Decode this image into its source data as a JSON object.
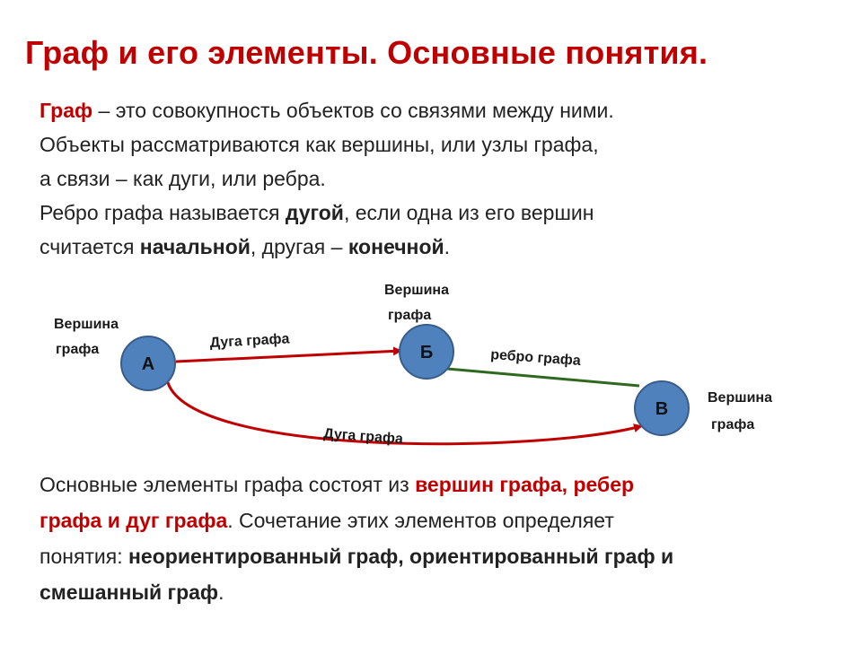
{
  "title": "Граф и его элементы. Основные понятия.",
  "intro": {
    "l1_term": "Граф",
    "l1_rest": " – это совокупность объектов со связями между ними.",
    "l2": "Объекты рассматриваются как вершины, или узлы графа,",
    "l3": "а связи – как дуги, или ребра.",
    "l4_a": "Ребро графа называется ",
    "l4_b": "дугой",
    "l4_c": ", если одна из его вершин",
    "l5_a": "считается ",
    "l5_b": "начальной",
    "l5_c": ", другая – ",
    "l5_d": "конечной",
    "l5_e": "."
  },
  "diagram": {
    "colors": {
      "node_fill": "#4f81bd",
      "node_stroke": "#385d8a",
      "arc": "#c00000",
      "edge": "#2e6a1e"
    },
    "nodes": [
      {
        "id": "a",
        "label": "А"
      },
      {
        "id": "b",
        "label": "Б"
      },
      {
        "id": "v",
        "label": "В"
      }
    ],
    "captions": {
      "vertex_a_1": "Вершина",
      "vertex_a_2": "графа",
      "vertex_b_1": "Вершина",
      "vertex_b_2": "графа",
      "vertex_v_1": "Вершина",
      "vertex_v_2": "графа",
      "arc_top": "Дуга графа",
      "edge": "ребро графа",
      "arc_bottom": "Дуга графа"
    }
  },
  "bottom": {
    "l1_a": "Основные элементы графа состоят из ",
    "l1_b": "вершин графа, ребер",
    "l2_a": "графа и дуг графа",
    "l2_b": ". Сочетание этих элементов определяет",
    "l3_a": "понятия: ",
    "l3_b": "неориентированный граф, ориентированный граф и",
    "l4_a": "смешанный граф",
    "l4_b": "."
  }
}
